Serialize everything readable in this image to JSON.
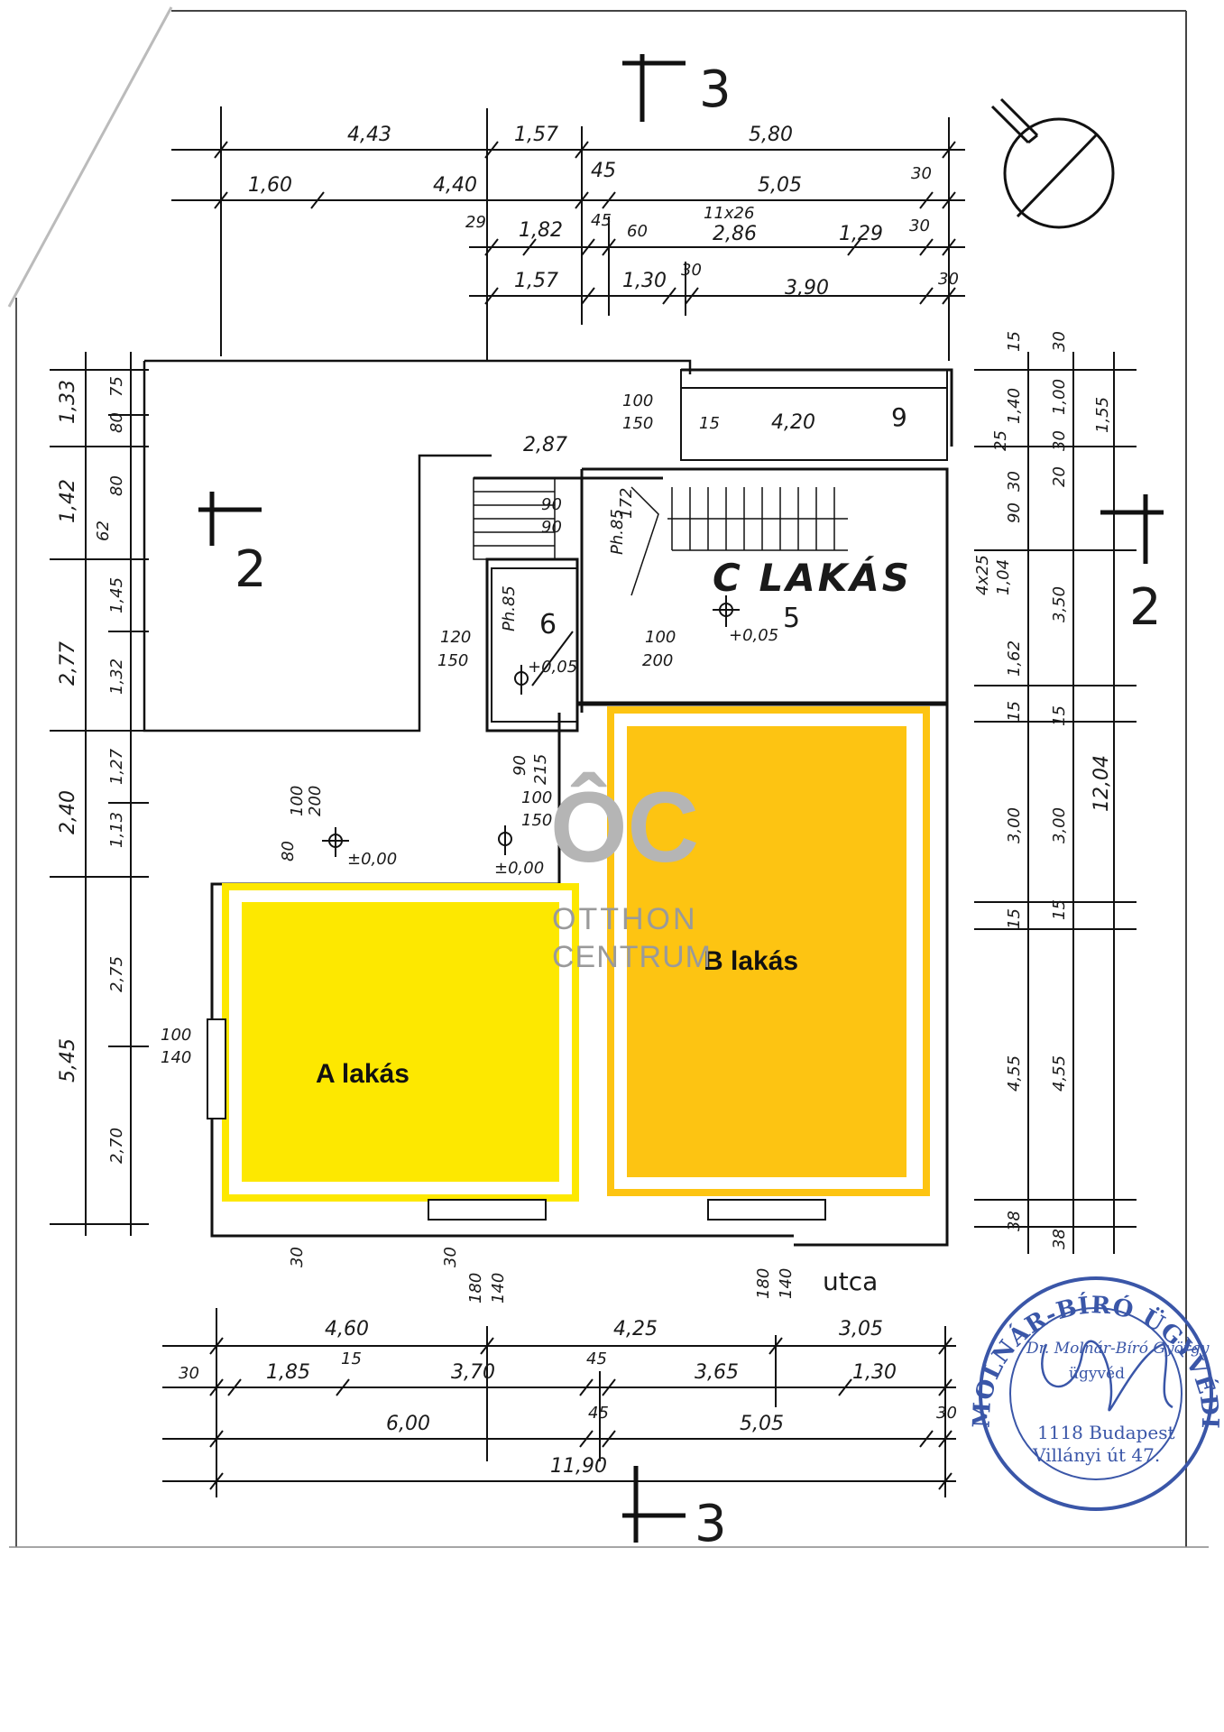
{
  "rooms": {
    "a": {
      "label": "A lakás",
      "color": "#fde800"
    },
    "b": {
      "label": "B lakás",
      "color": "#fdc412"
    },
    "c": {
      "label": "C LAKÁS"
    }
  },
  "room_numbers": {
    "r5": "5",
    "r6": "6",
    "r9": "9"
  },
  "section_marks": {
    "s2": "2",
    "s3": "3"
  },
  "street": "utca",
  "levels": {
    "l1": "+0,05",
    "l2": "+0,05",
    "l3": "±0,00",
    "l4": "±0,00"
  },
  "logo": {
    "line1": "OTTHON",
    "line2": "CENTRUM"
  },
  "stamp": {
    "ring": "MOLNÁR-BÍRÓ ÜGYVÉDI IRODA",
    "name": "Dr. Molnár-Bíró György",
    "role": "ügyvéd",
    "city": "1118 Budapest",
    "street": "Villányi út 47."
  },
  "dimensions": {
    "top": {
      "r1": [
        "4,43",
        "1,57",
        "5,80"
      ],
      "r2": [
        "1,60",
        "4,40",
        "45",
        "5,05",
        "30"
      ],
      "r3": [
        "29",
        "1,82",
        "45",
        "60",
        "11x26",
        "2,86",
        "1,29",
        "30"
      ],
      "r4": [
        "1,57",
        "1,30",
        "30",
        "3,90",
        "30"
      ]
    },
    "bottom": {
      "r1": [
        "4,60",
        "4,25",
        "3,05"
      ],
      "r2": [
        "30",
        "1,85",
        "15",
        "3,70",
        "45",
        "3,65",
        "1,30"
      ],
      "r3": [
        "6,00",
        "45",
        "5,05",
        "30"
      ],
      "r4": [
        "11,90"
      ]
    },
    "left": {
      "outer": [
        "1,33",
        "1,42",
        "2,77",
        "2,40",
        "5,45"
      ],
      "inner": [
        "75",
        "80",
        "80",
        "62",
        "1,45",
        "1,32",
        "1,27",
        "1,13",
        "2,75",
        "2,70"
      ]
    },
    "right": {
      "inner": [
        "15",
        "1,40",
        "25",
        "30",
        "90",
        "4x25",
        "1,04",
        "1,62",
        "15",
        "3,00",
        "15",
        "4,55",
        "38"
      ],
      "outer": [
        "30",
        "1,00",
        "30",
        "20",
        "1,55",
        "3,50",
        "15",
        "3,00",
        "15",
        "4,55",
        "38",
        "12,04"
      ]
    },
    "interior": {
      "d1": "100",
      "d2": "150",
      "d3": "15",
      "d4": "4,20",
      "d5": "2,87",
      "d6": "90",
      "d7": "90",
      "d8": "120",
      "d9": "150",
      "d10": "100",
      "d11": "200",
      "d12": "90",
      "d13": "215",
      "d14": "100",
      "d15": "150",
      "d16": "100",
      "d17": "200",
      "d18": "80",
      "d19": "100",
      "d20": "140",
      "d21": "30",
      "d22": "30",
      "d23": "180",
      "d24": "140",
      "d25": "180",
      "d26": "140",
      "d27": "172",
      "d28": "Ph.85",
      "d29": "Ph.85"
    }
  }
}
